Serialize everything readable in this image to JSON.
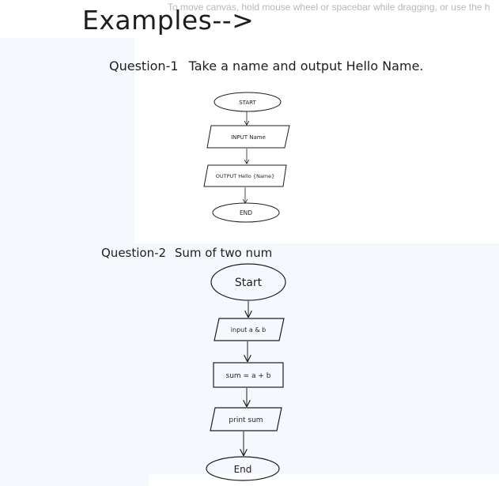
{
  "canvas_hint": "To move canvas, hold mouse wheel or spacebar while dragging, or use the h",
  "title": "Examples-->",
  "question1": {
    "label": "Question-1",
    "text": "Take a name and output Hello Name.",
    "nodes": {
      "start": "START",
      "input": "INPUT Name",
      "output": "OUTPUT Hello {Name}",
      "end": "END"
    }
  },
  "question2": {
    "label": "Question-2",
    "text": "Sum of two num",
    "nodes": {
      "start": "Start",
      "input": "input a & b",
      "process": "sum = a + b",
      "print": "print sum",
      "end": "End"
    }
  },
  "colors": {
    "stroke": "#1e1e1e",
    "panel": "#f5f8fc",
    "hint": "#b8b8b8"
  }
}
